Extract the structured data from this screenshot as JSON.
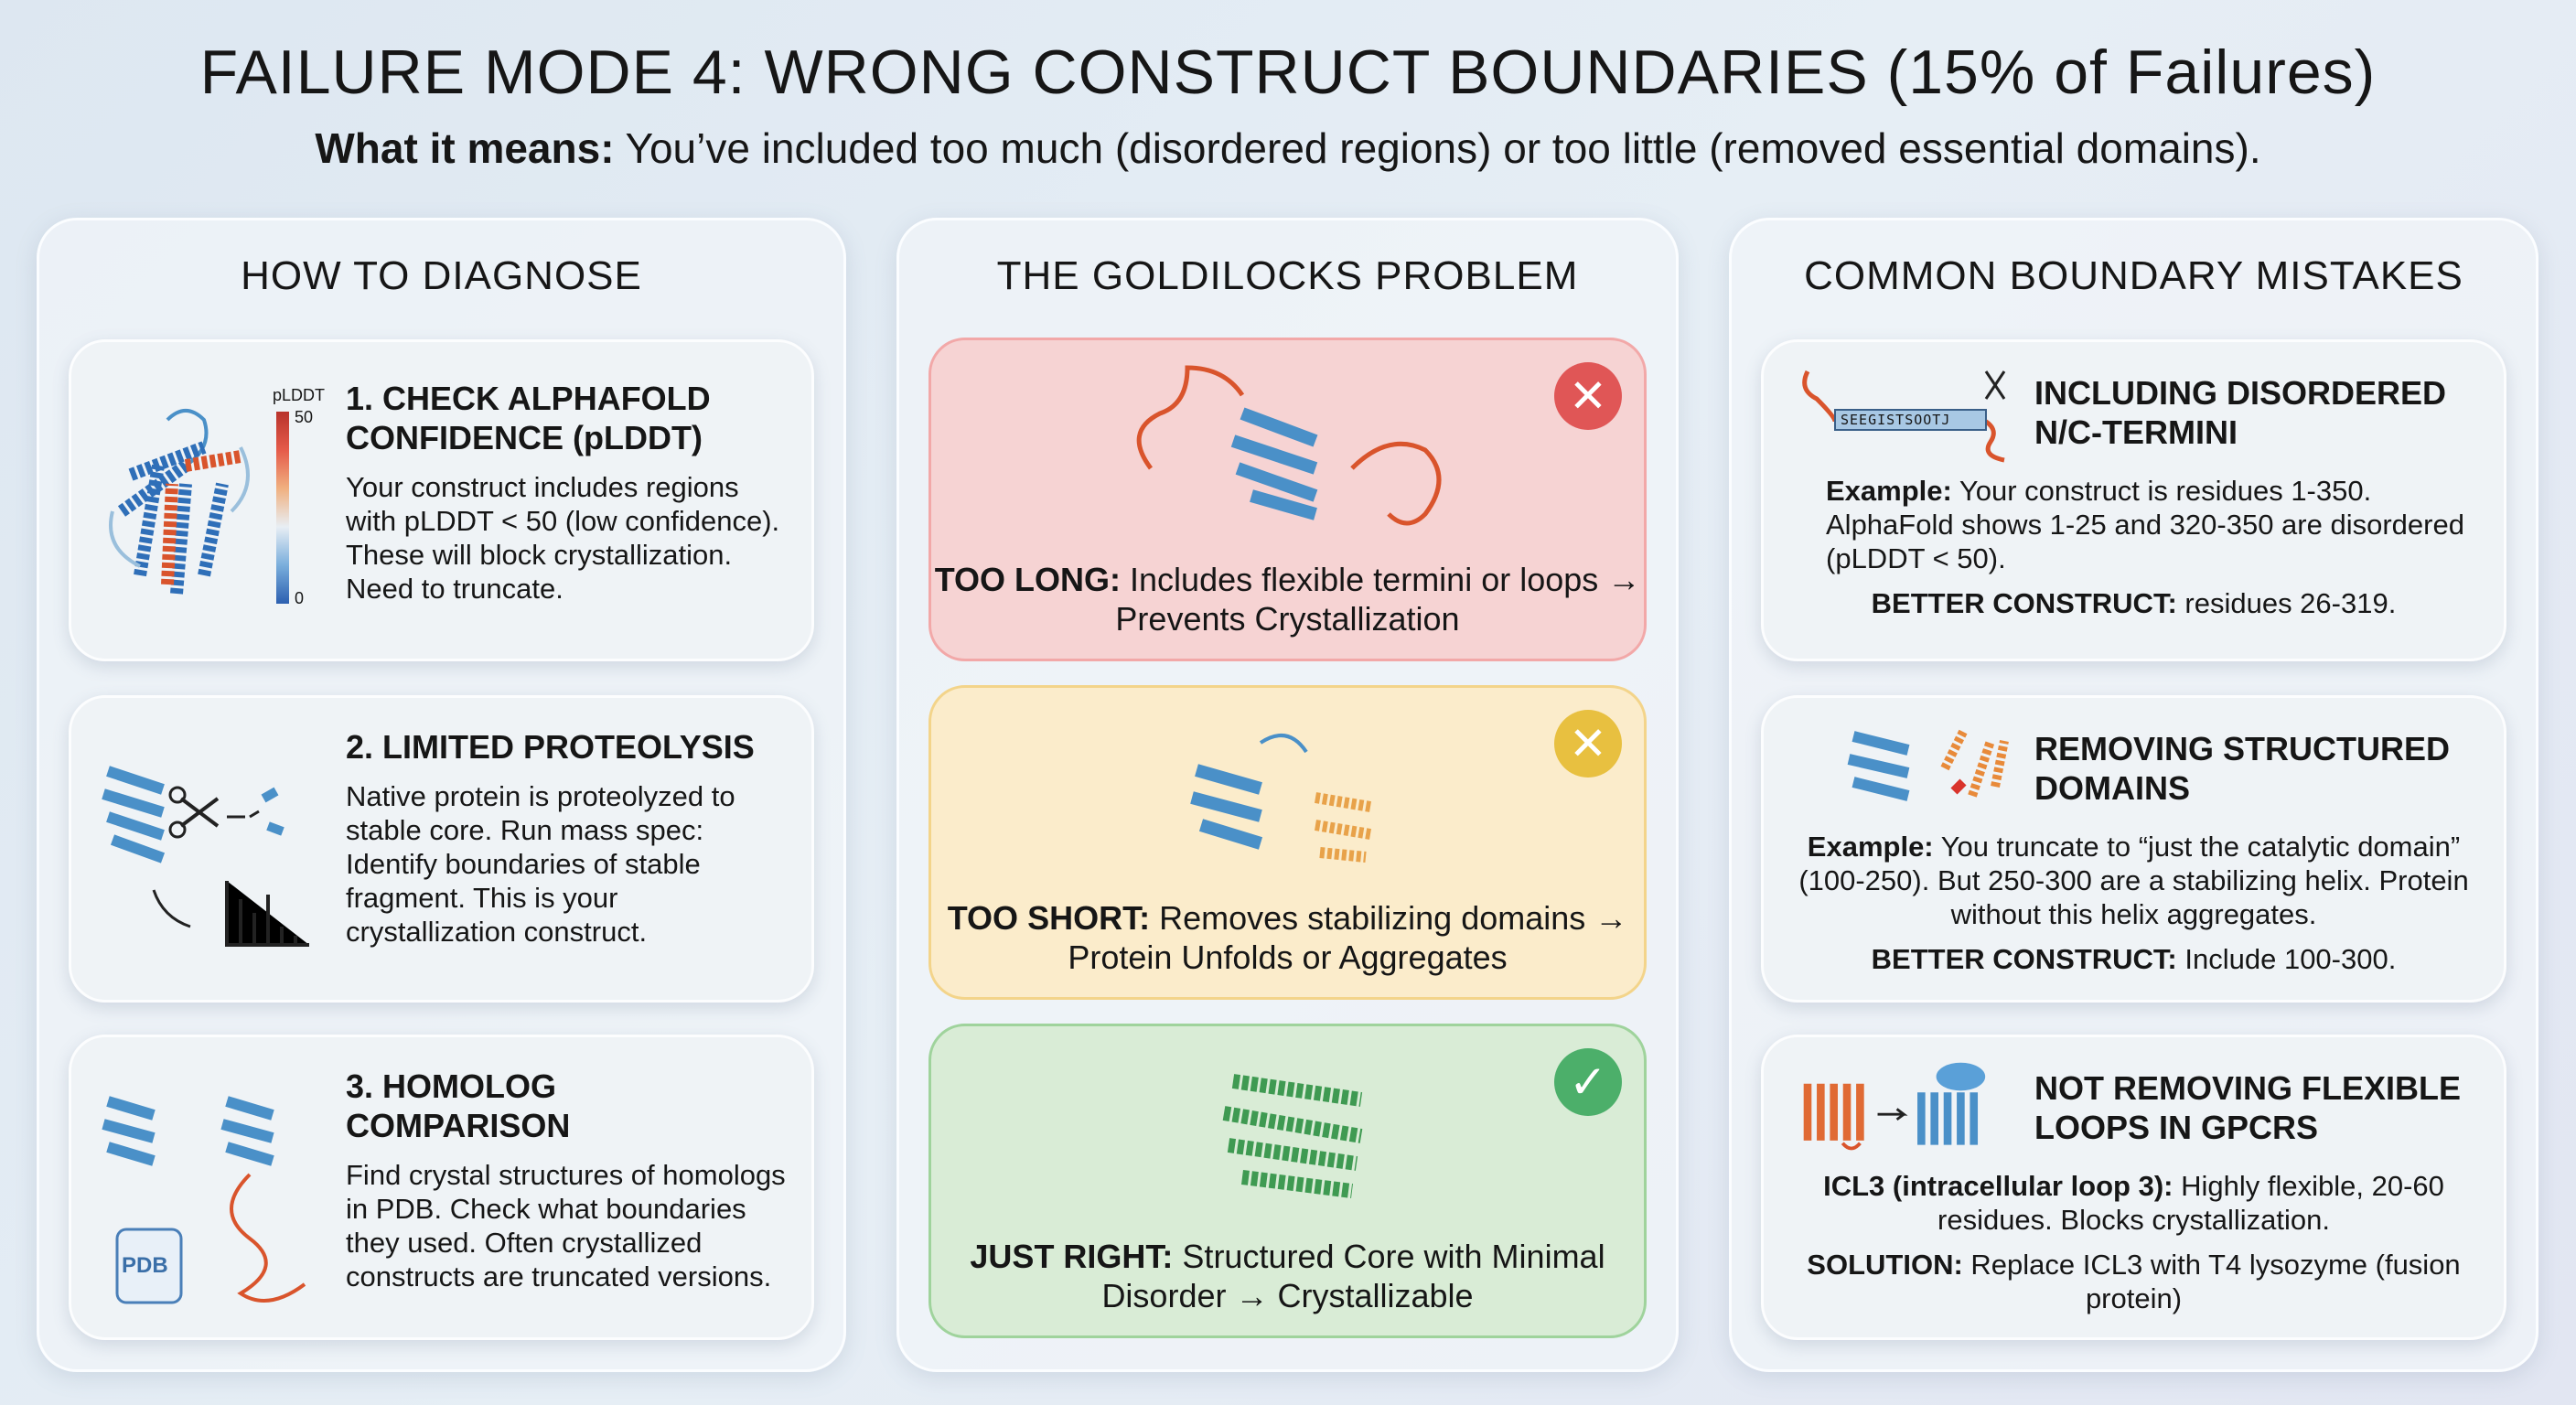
{
  "header": {
    "title": "FAILURE MODE 4: WRONG CONSTRUCT BOUNDARIES (15% of Failures)",
    "subtitle_label": "What it means:",
    "subtitle_text": " You’ve included too much (disordered regions) or too little (removed essential domains)."
  },
  "diagnose": {
    "heading": "HOW TO DIAGNOSE",
    "cards": [
      {
        "title": "1. CHECK ALPHAFOLD CONFIDENCE (pLDDT)",
        "text": "Your construct includes regions with pLDDT < 50 (low confidence). These will block crystallization. Need to truncate.",
        "legend_title": "pLDDT",
        "legend_max": "50",
        "legend_min": "0"
      },
      {
        "title": "2. LIMITED PROTEOLYSIS",
        "text": "Native protein is proteolyzed to stable core. Run mass spec: Identify boundaries of stable fragment. This is your crystallization construct."
      },
      {
        "title": "3. HOMOLOG COMPARISON",
        "text": "Find crystal structures of homologs in PDB. Check what boundaries they used. Often crystallized constructs are truncated versions.",
        "pdb_label": "PDB"
      }
    ]
  },
  "goldilocks": {
    "heading": "THE GOLDILOCKS PROBLEM",
    "cards": [
      {
        "label": "TOO LONG:",
        "text": " Includes flexible termini or loops → Prevents Crystallization",
        "status": "x-icon",
        "color": "#e05656"
      },
      {
        "label": "TOO SHORT:",
        "text": " Removes stabilizing domains → Protein Unfolds or Aggregates",
        "status": "x-icon",
        "color": "#e8c040"
      },
      {
        "label": "JUST RIGHT:",
        "text": " Structured Core with Minimal Disorder → Crystallizable",
        "status": "check-icon",
        "color": "#4caf6a"
      }
    ]
  },
  "mistakes": {
    "heading": "COMMON BOUNDARY MISTAKES",
    "cards": [
      {
        "title": "INCLUDING DISORDERED N/C-TERMINI",
        "ex_label": "Example:",
        "ex_text": " Your construct is residues 1-350. AlphaFold shows 1-25 and 320-350 are disordered (pLDDT < 50).",
        "fix_label": "BETTER CONSTRUCT:",
        "fix_text": " residues 26-319.",
        "sequence": "SEEGISTSOOTJ"
      },
      {
        "title": "REMOVING STRUCTURED DOMAINS",
        "ex_label": "Example:",
        "ex_text": " You truncate to “just the catalytic domain” (100-250). But 250-300 are a stabilizing helix. Protein without this helix aggregates.",
        "fix_label": "BETTER CONSTRUCT:",
        "fix_text": " Include 100-300."
      },
      {
        "title": "NOT REMOVING FLEXIBLE LOOPS IN GPCRS",
        "ex_label": "ICL3 (intracellular loop 3):",
        "ex_text": " Highly flexible, 20-60 residues. Blocks crystallization.",
        "fix_label": "SOLUTION:",
        "fix_text": " Replace ICL3 with T4 lysozyme (fusion protein)"
      }
    ]
  },
  "colors": {
    "red_card": "#f6d3d3",
    "yellow_card": "#fbeccb",
    "green_card": "#d9ecd6",
    "helix_blue": "#4a90c8",
    "disorder_red": "#d9542c"
  }
}
